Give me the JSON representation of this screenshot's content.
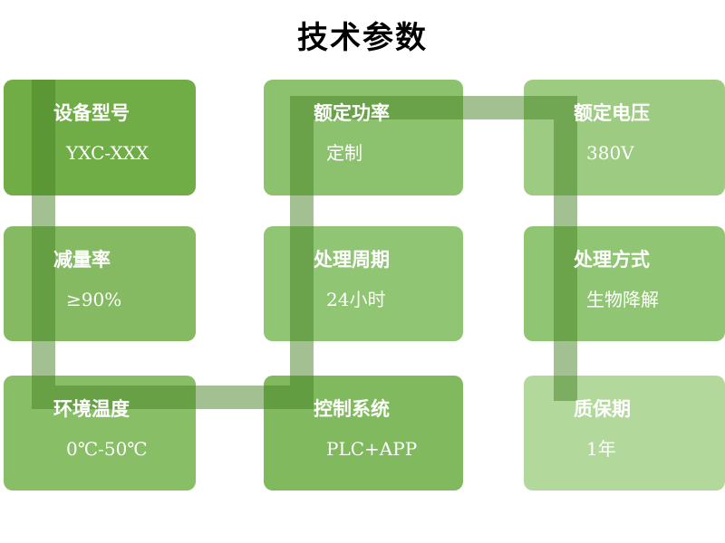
{
  "title": "技术参数",
  "connector_color": "rgba(70,130,35,0.5)",
  "cells": [
    {
      "label": "设备型号",
      "value": "YXC-XXX",
      "color": "#70ad47"
    },
    {
      "label": "额定功率",
      "value": "定制",
      "color": "#8cc26d"
    },
    {
      "label": "额定电压",
      "value": "380V",
      "color": "#9ccb81"
    },
    {
      "label": "减量率",
      "value": "≥90%",
      "color": "#85ba63"
    },
    {
      "label": "处理周期",
      "value": "24小时",
      "color": "#8fc573"
    },
    {
      "label": "处理方式",
      "value": "生物降解",
      "color": "#90c673"
    },
    {
      "label": "环境温度",
      "value": "0℃-50℃",
      "color": "#88be66"
    },
    {
      "label": "控制系统",
      "value": "PLC+APP",
      "color": "#80b95e"
    },
    {
      "label": "质保期",
      "value": "1年",
      "color": "#b3d89c"
    }
  ]
}
